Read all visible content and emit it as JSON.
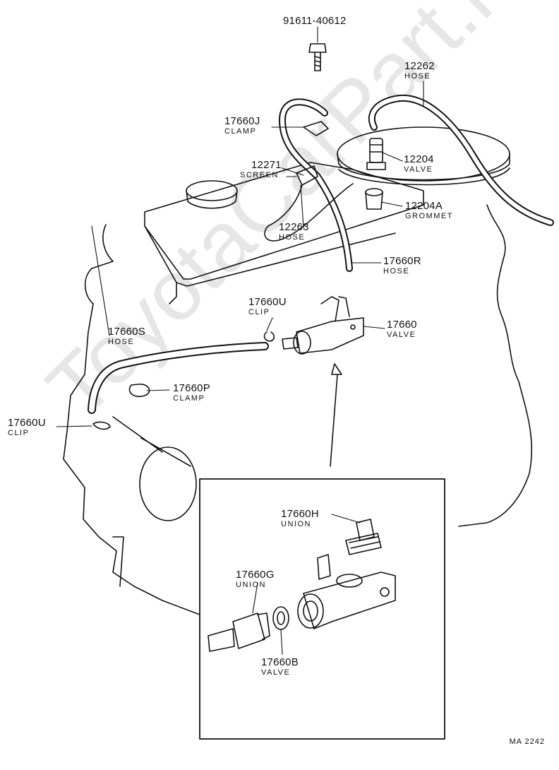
{
  "watermark": "ToyotaCarPart.ru",
  "drawing_code": "MA 2242",
  "callouts": [
    {
      "id": "bolt",
      "part": "91611-40612",
      "name": ""
    },
    {
      "id": "hose-12262",
      "part": "12262",
      "name": "HOSE"
    },
    {
      "id": "clamp-17660j",
      "part": "17660J",
      "name": "CLAMP"
    },
    {
      "id": "screen-12271",
      "part": "12271",
      "name": "SCREEN"
    },
    {
      "id": "valve-12204",
      "part": "12204",
      "name": "VALVE"
    },
    {
      "id": "grommet-12204a",
      "part": "12204A",
      "name": "GROMMET"
    },
    {
      "id": "hose-12263",
      "part": "12263",
      "name": "HOSE"
    },
    {
      "id": "hose-17660r",
      "part": "17660R",
      "name": "HOSE"
    },
    {
      "id": "clip-17660u-top",
      "part": "17660U",
      "name": "CLIP"
    },
    {
      "id": "valve-17660",
      "part": "17660",
      "name": "VALVE"
    },
    {
      "id": "hose-17660s",
      "part": "17660S",
      "name": "HOSE"
    },
    {
      "id": "clamp-17660p",
      "part": "17660P",
      "name": "CLAMP"
    },
    {
      "id": "clip-17660u-left",
      "part": "17660U",
      "name": "CLIP"
    },
    {
      "id": "union-17660h",
      "part": "17660H",
      "name": "UNION"
    },
    {
      "id": "union-17660g",
      "part": "17660G",
      "name": "UNION"
    },
    {
      "id": "valve-17660b",
      "part": "17660B",
      "name": "VALVE"
    }
  ]
}
